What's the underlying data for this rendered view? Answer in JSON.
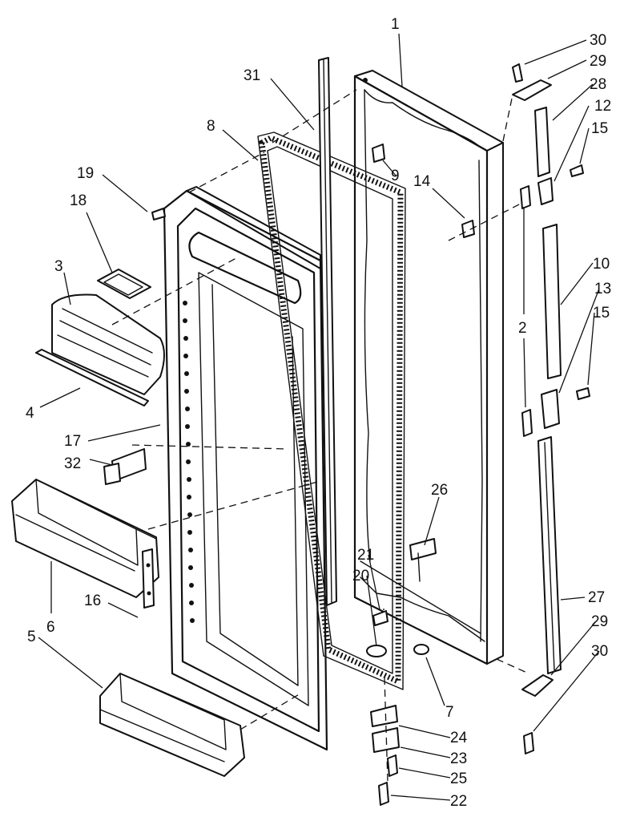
{
  "callouts": [
    {
      "id": "c1",
      "text": "1"
    },
    {
      "id": "c2",
      "text": "2"
    },
    {
      "id": "c3",
      "text": "3"
    },
    {
      "id": "c4",
      "text": "4"
    },
    {
      "id": "c5",
      "text": "5"
    },
    {
      "id": "c6",
      "text": "6"
    },
    {
      "id": "c7",
      "text": "7"
    },
    {
      "id": "c8",
      "text": "8"
    },
    {
      "id": "c9",
      "text": "9"
    },
    {
      "id": "c10",
      "text": "10"
    },
    {
      "id": "c12",
      "text": "12"
    },
    {
      "id": "c13",
      "text": "13"
    },
    {
      "id": "c14",
      "text": "14"
    },
    {
      "id": "c15a",
      "text": "15"
    },
    {
      "id": "c15b",
      "text": "15"
    },
    {
      "id": "c16",
      "text": "16"
    },
    {
      "id": "c17",
      "text": "17"
    },
    {
      "id": "c18",
      "text": "18"
    },
    {
      "id": "c19",
      "text": "19"
    },
    {
      "id": "c20",
      "text": "20"
    },
    {
      "id": "c21",
      "text": "21"
    },
    {
      "id": "c22",
      "text": "22"
    },
    {
      "id": "c23",
      "text": "23"
    },
    {
      "id": "c24",
      "text": "24"
    },
    {
      "id": "c25",
      "text": "25"
    },
    {
      "id": "c26",
      "text": "26"
    },
    {
      "id": "c27",
      "text": "27"
    },
    {
      "id": "c28",
      "text": "28"
    },
    {
      "id": "c29a",
      "text": "29"
    },
    {
      "id": "c29b",
      "text": "29"
    },
    {
      "id": "c30a",
      "text": "30"
    },
    {
      "id": "c30b",
      "text": "30"
    },
    {
      "id": "c31",
      "text": "31"
    },
    {
      "id": "c32",
      "text": "32"
    }
  ],
  "colors": {
    "ink": "#111111",
    "paper": "#ffffff"
  }
}
